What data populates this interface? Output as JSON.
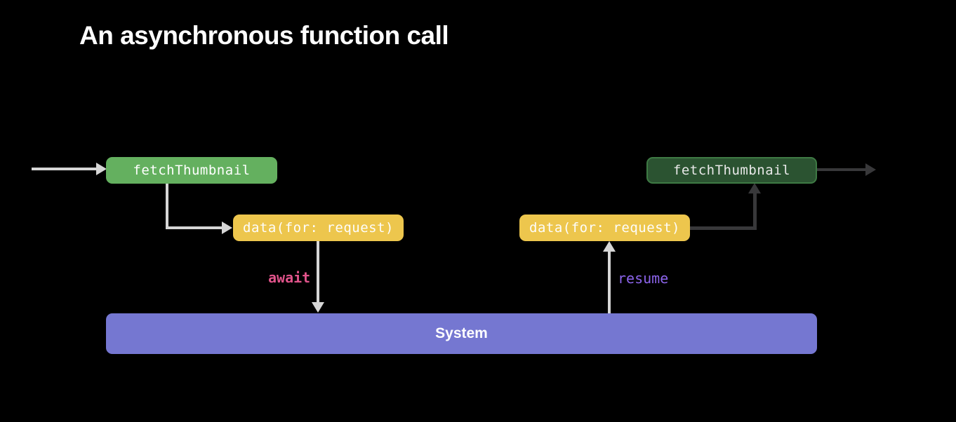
{
  "slide": {
    "title": "An asynchronous function call"
  },
  "diagram": {
    "nodes": {
      "fetch_left": {
        "label": "fetchThumbnail"
      },
      "data_left": {
        "label": "data(for: request)"
      },
      "data_right": {
        "label": "data(for: request)"
      },
      "fetch_right": {
        "label": "fetchThumbnail"
      },
      "system": {
        "label": "System"
      }
    },
    "edge_labels": {
      "await": "await",
      "resume": "resume"
    },
    "colors": {
      "background": "#000000",
      "title_text": "#ffffff",
      "active_function_green": "#64b05f",
      "suspended_function_green_fill": "#2b5331",
      "suspended_function_green_border": "#3e7a44",
      "async_call_yellow": "#edc64d",
      "system_purple": "#7577d1",
      "arrow_light_gray": "#d6d6d6",
      "arrow_dark_gray": "#38383a",
      "await_keyword_pink": "#e0538a",
      "resume_keyword_purple": "#8c64eb"
    }
  }
}
